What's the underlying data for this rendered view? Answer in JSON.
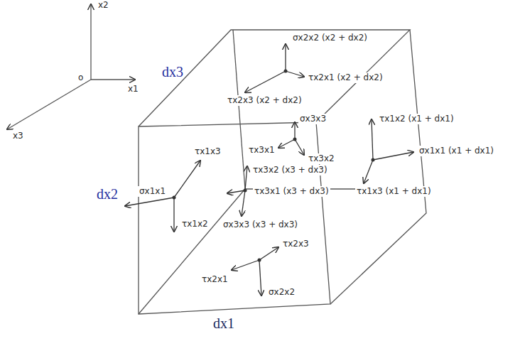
{
  "diagram": {
    "labels": [
      "x2",
      "x1",
      "x3",
      "o",
      "dx3",
      "σx2x2 (x2 + dx2)",
      "τx2x1 (x2 + dx2)",
      "τx2x3 (x2 + dx2)",
      "σx3x3",
      "τx3x1",
      "τx3x2",
      "τx1x3",
      "τx3x2 (x3 + dx3)",
      "τx1x2 (x1 + dx1)",
      "σx1x1 (x1 + dx1)",
      "τx3x1 (x3 + dx3)",
      "τx1x3 (x1 + dx1)",
      "dx2",
      "σx1x1",
      "τx1x2",
      "σx3x3 (x3 + dx3)",
      "τx2x3",
      "τx2x1",
      "σx2x2",
      "dx1"
    ]
  }
}
